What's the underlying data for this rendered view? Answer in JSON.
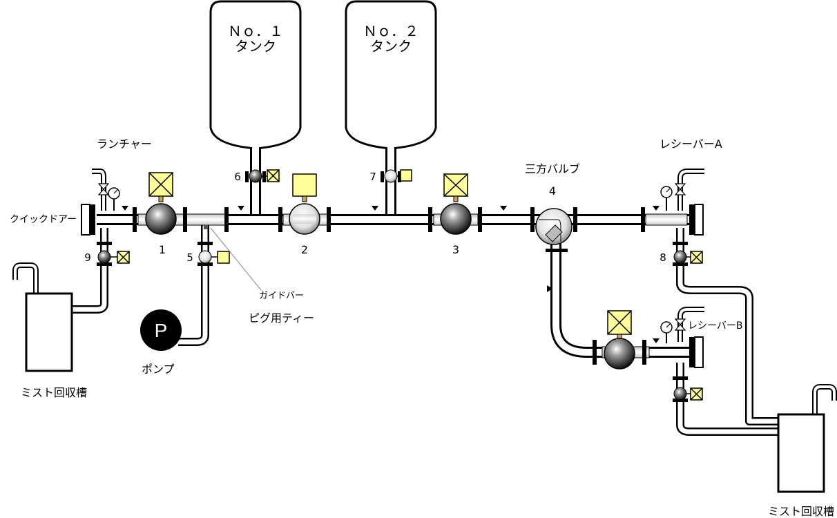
{
  "colors": {
    "actuator": "#ffff99",
    "line": "#000000",
    "background": "#ffffff"
  },
  "tanks": [
    {
      "line1": "Ｎｏ．１",
      "line2": "タンク"
    },
    {
      "line1": "Ｎｏ．２",
      "line2": "タンク"
    }
  ],
  "labels": {
    "launcher": "ランチャー",
    "quick_door": "クイックドアー",
    "receiver_a": "レシーバーA",
    "receiver_b": "レシーバーB",
    "three_way_valve": "三方バルブ",
    "guide_bar": "ガイドバー",
    "pig_tee": "ピグ用ティー",
    "pump": "ポンプ",
    "pump_symbol": "P",
    "mist_tank_left": "ミスト回収槽",
    "mist_tank_right": "ミスト回収槽"
  },
  "valves": [
    {
      "id": "1",
      "label": "1"
    },
    {
      "id": "2",
      "label": "2"
    },
    {
      "id": "3",
      "label": "3"
    },
    {
      "id": "4",
      "label": "4"
    },
    {
      "id": "5",
      "label": "5"
    },
    {
      "id": "6",
      "label": "6"
    },
    {
      "id": "7",
      "label": "7"
    },
    {
      "id": "8",
      "label": "8"
    },
    {
      "id": "9",
      "label": "9"
    }
  ]
}
